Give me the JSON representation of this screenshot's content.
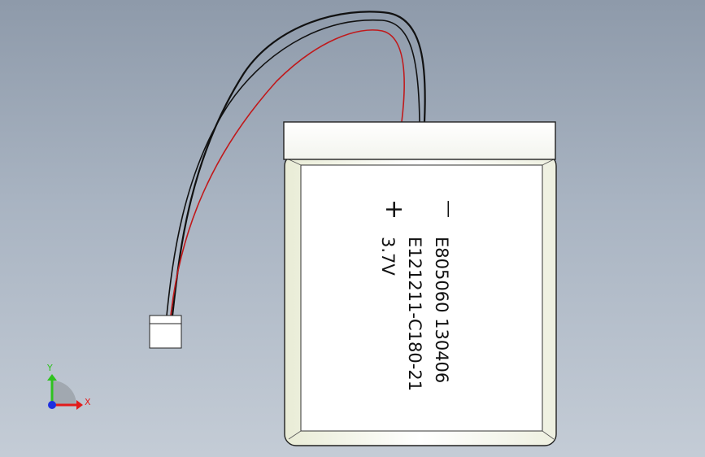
{
  "battery": {
    "minus_symbol": "—",
    "plus_symbol": "+",
    "line1": "E805060 130406",
    "line2": "E121211-C180-21",
    "voltage": "3.7V"
  },
  "triad": {
    "x_label": "X",
    "y_label": "Y"
  },
  "colors": {
    "background_top": "#8e9aaa",
    "background_bottom": "#c4ccd6",
    "wire_black": "#111111",
    "wire_red": "#c0191b",
    "x_axis": "#e21b1b",
    "y_axis": "#2fc21f",
    "origin": "#1d2fe0"
  }
}
